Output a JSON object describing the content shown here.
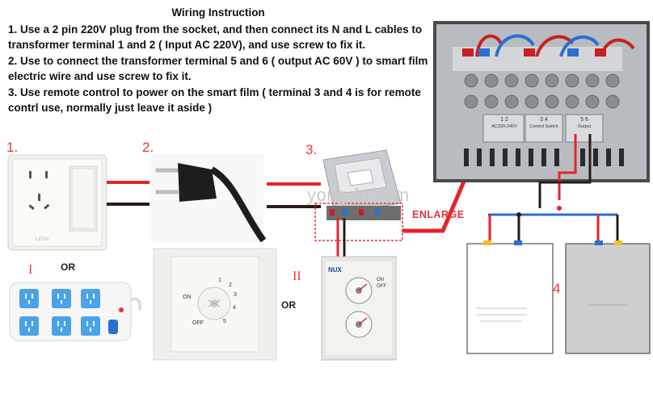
{
  "instructions": {
    "title": "Wiring Instruction",
    "steps": [
      "1. Use a 2 pin 220V plug from the socket, and then connect its N and L cables to transformer terminal 1 and 2 ( Input AC 220V), and use screw to fix it.",
      "2. Use to connect the transformer terminal 5 and 6 ( output AC 60V ) to smart film electric wire and use screw to fix it.",
      "3. Use remote control to power on the smart film ( terminal 3 and 4 is for remote contrl use, normally just leave it aside )"
    ]
  },
  "labels": {
    "step1": "1.",
    "step2": "2.",
    "step3": "3.",
    "step4": "4",
    "alt1": "I",
    "alt2": "II",
    "or1": "OR",
    "or2": "OR",
    "enlarge": "ENLARGE",
    "watermark": "yong-fu.com"
  },
  "terminal_block": {
    "groups": [
      {
        "terminals": "1    2",
        "caption": "AC220-240V"
      },
      {
        "terminals": "3    4",
        "caption": "Control Switch"
      },
      {
        "terminals": "5    6",
        "caption": "Output"
      }
    ]
  },
  "dimmer": {
    "on": "ON",
    "off": "OFF",
    "scale": [
      "1",
      "2",
      "3",
      "4",
      "5"
    ]
  },
  "timer": {
    "brand": "NUX",
    "on": "ON",
    "off": "OFF"
  },
  "colors": {
    "wire_red": "#e8222a",
    "wire_dark": "#2a1a1a",
    "wire_blue": "#2a6fd1",
    "accent_red": "#e8343a",
    "outlet_blue": "#4aa3e8"
  }
}
